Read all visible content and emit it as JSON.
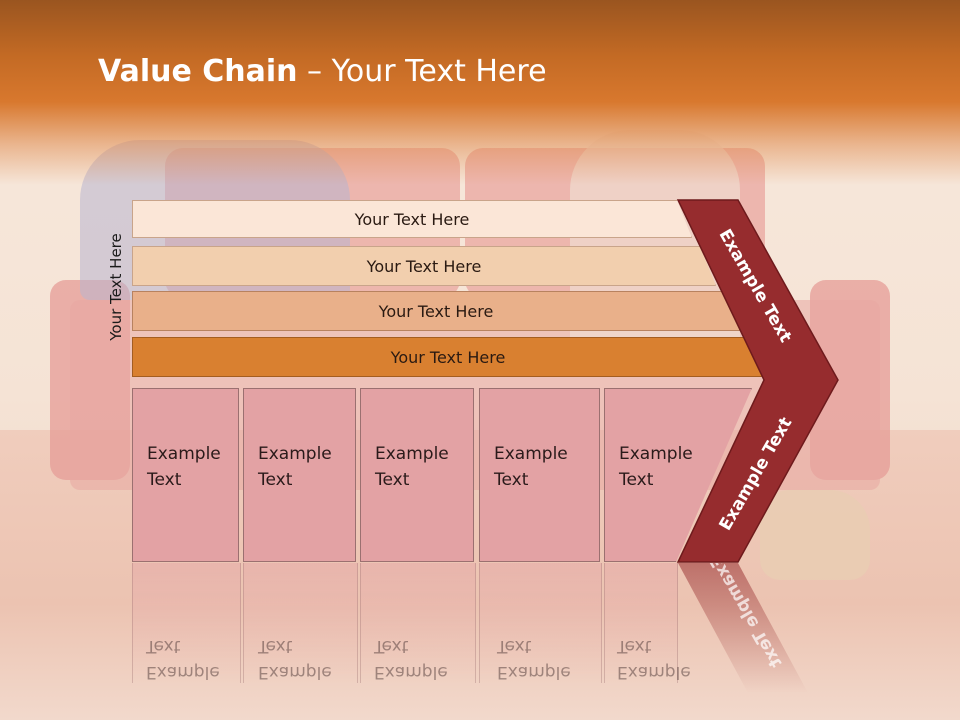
{
  "title": {
    "bold": "Value Chain",
    "rest": " – Your Text Here"
  },
  "side_label": "Your Text Here",
  "bars": [
    {
      "label": "Your Text Here"
    },
    {
      "label": "Your Text Here"
    },
    {
      "label": "Your Text Here"
    },
    {
      "label": "Your Text Here"
    }
  ],
  "boxes": [
    {
      "line1": "Example",
      "line2": "Text"
    },
    {
      "line1": "Example",
      "line2": "Text"
    },
    {
      "line1": "Example",
      "line2": "Text"
    },
    {
      "line1": "Example",
      "line2": "Text"
    },
    {
      "line1": "Example",
      "line2": "Text"
    }
  ],
  "chevron": {
    "upper_label": "Example Text",
    "lower_label": "Example Text"
  },
  "colors": {
    "header": "#c36a24",
    "bar1": "#fbe6d7",
    "bar2": "#f2cfae",
    "bar3": "#e9b08a",
    "bar4": "#d98030",
    "boxes": "#e3a2a4",
    "chevron": "#962c2e"
  }
}
